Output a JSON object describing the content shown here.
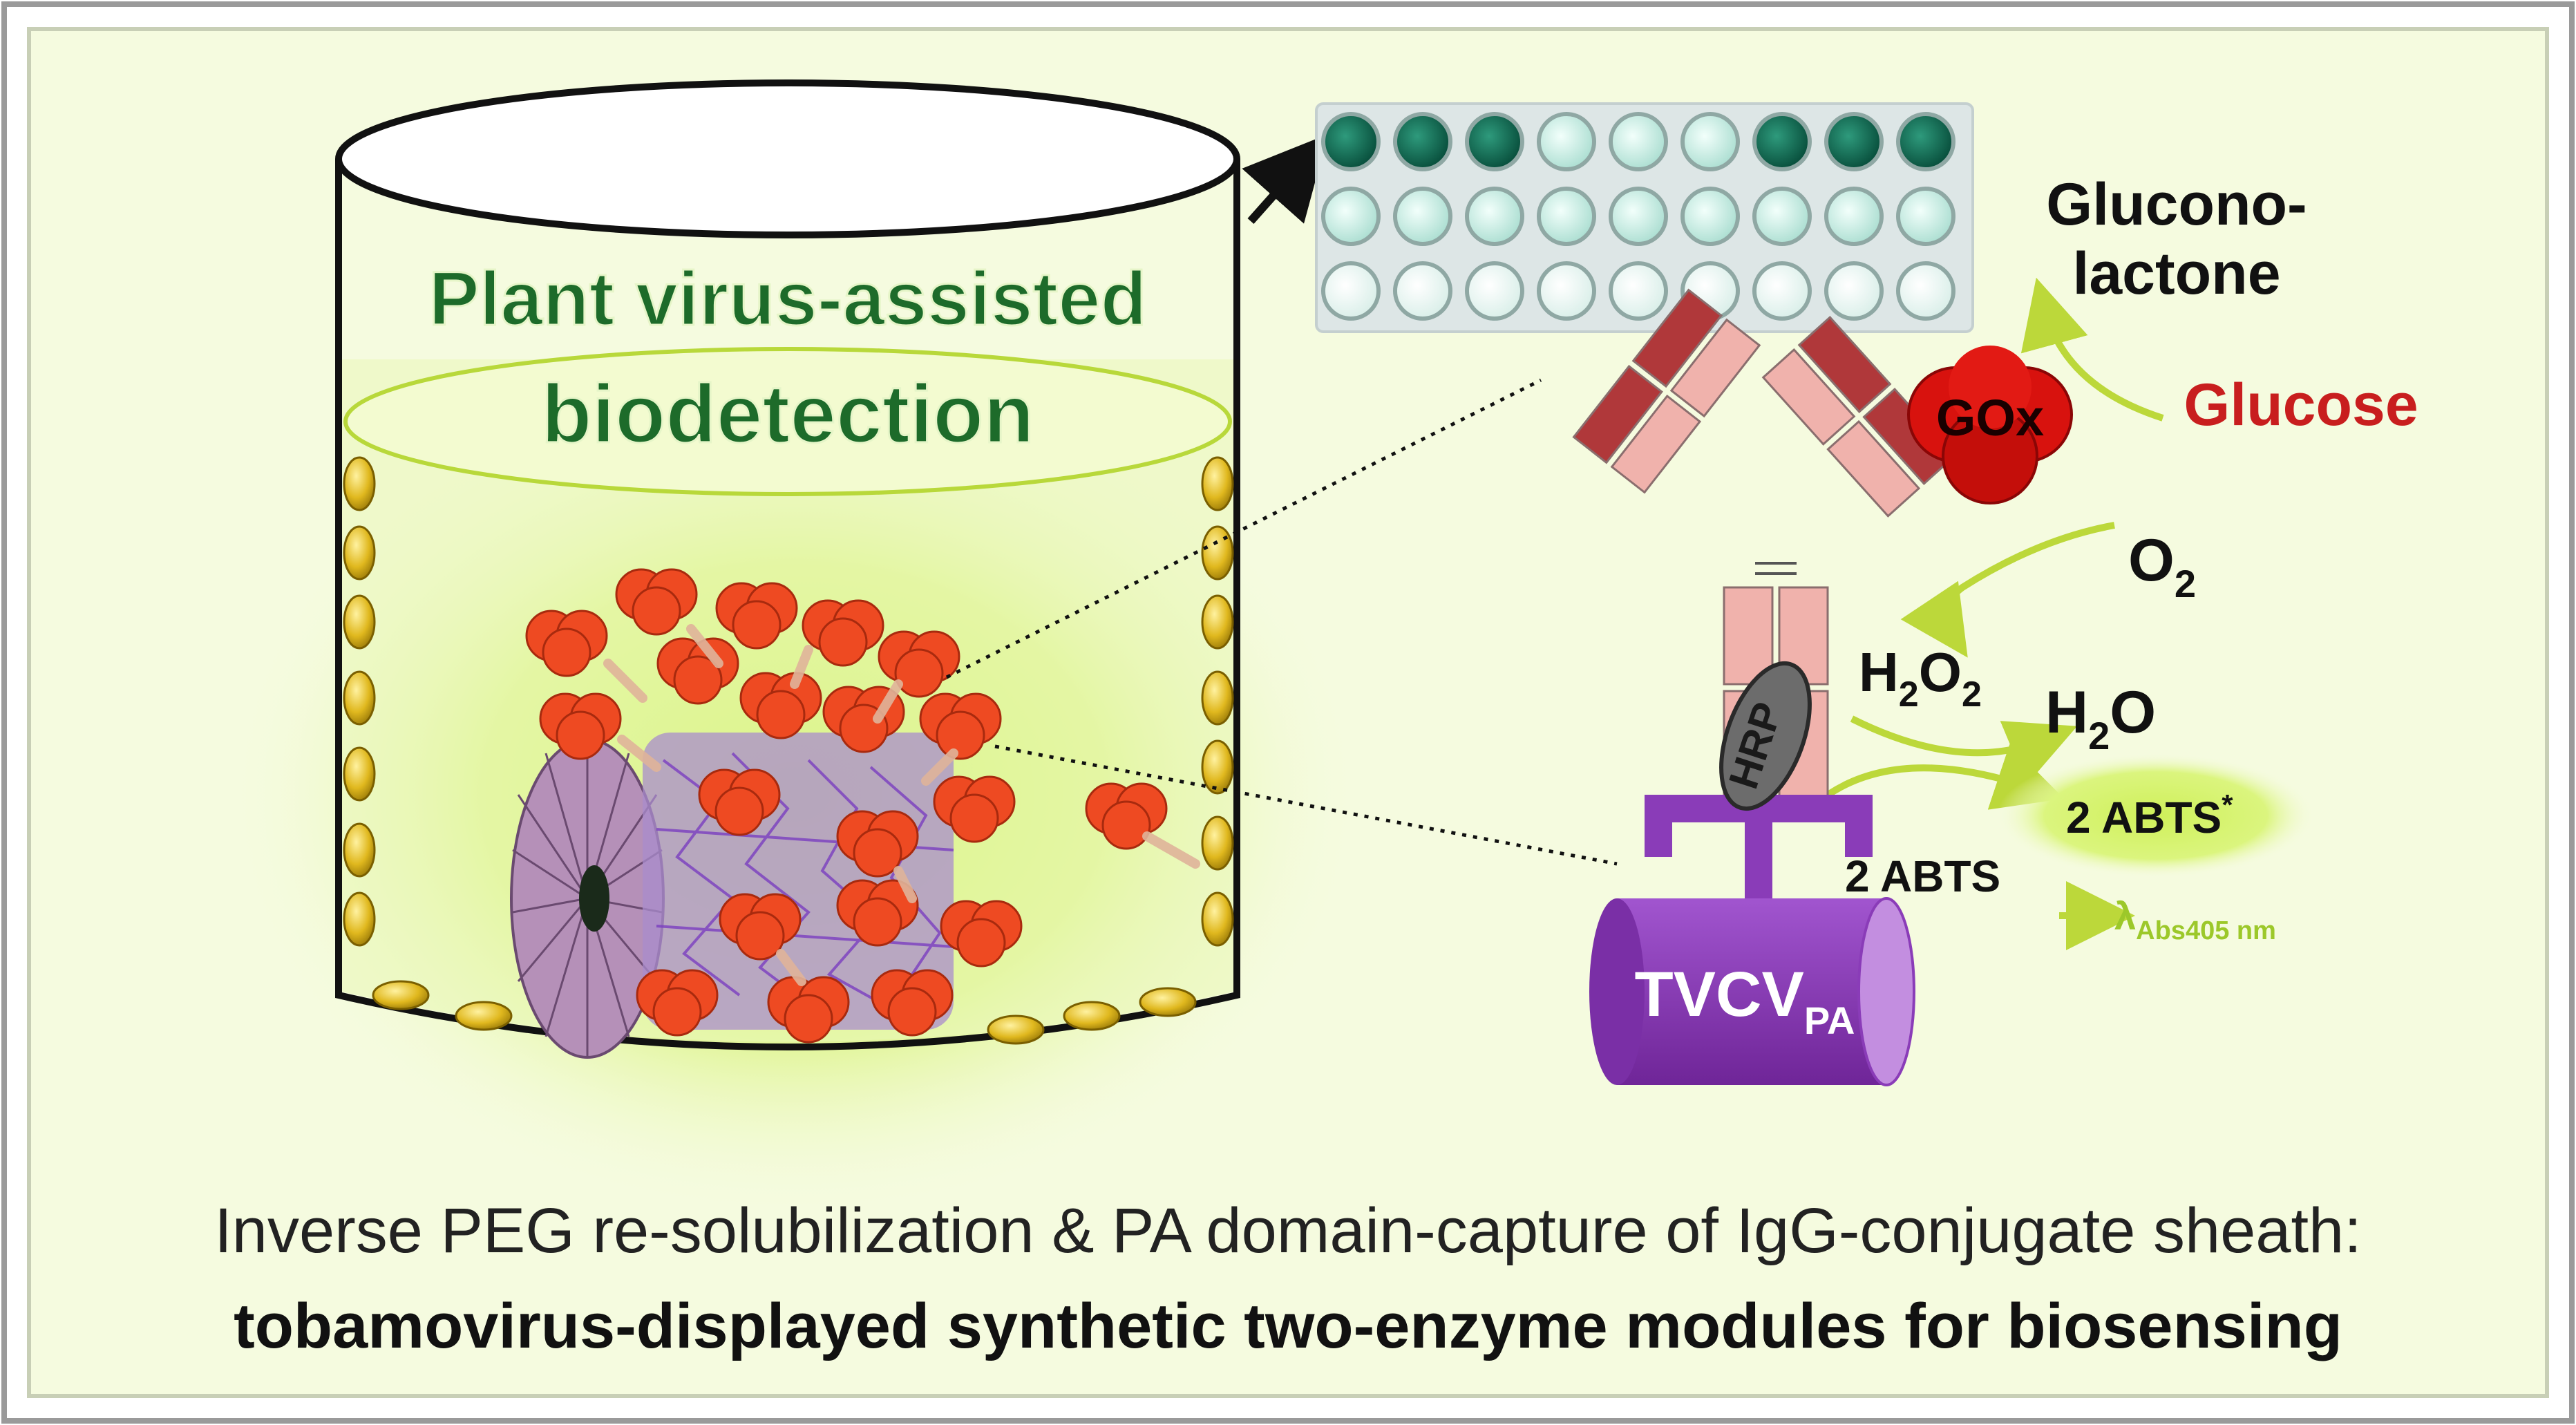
{
  "title_line1": "Plant virus-assisted",
  "title_line2": "biodetection",
  "labels": {
    "glucono_line1": "Glucono-",
    "glucono_line2": "lactone",
    "glucose": "Glucose",
    "gox": "GOx",
    "o2_base": "O",
    "o2_sub": "2",
    "h2o2_h": "H",
    "h2o2_sub1": "2",
    "h2o2_o": "O",
    "h2o2_sub2": "2",
    "h2o_h": "H",
    "h2o_sub": "2",
    "h2o_o": "O",
    "hrp": "HRP",
    "abts_star_base": "2 ABTS",
    "abts_star_sup": "*",
    "abts": "2 ABTS",
    "lambda_base": "λ",
    "lambda_sub": "Abs405 nm",
    "tvcv_base": "TVCV",
    "tvcv_sub": "PA"
  },
  "caption_line1": "Inverse PEG re-solubilization & PA domain-capture of IgG-conjugate sheath:",
  "caption_line2": "tobamovirus-displayed synthetic two-enzyme modules for biosensing",
  "colors": {
    "background": "#f5fbdf",
    "glow": "#c9ef4a",
    "enzyme_red": "#ee4a22",
    "gox_red": "#d8120e",
    "glucose_text": "#c81e1e",
    "title_green": "#1d6b2a",
    "virus_purple": "#8a3cb8",
    "antibody_light": "#f0b2ac",
    "antibody_dark": "#b0383a",
    "arrow_green": "#bcd83a",
    "well_dark": "#0d6e56",
    "well_light": "#cdeee6"
  },
  "plate": {
    "rows": [
      [
        "dark",
        "dark",
        "dark",
        "light",
        "light",
        "light",
        "dark",
        "dark",
        "dark"
      ],
      [
        "light",
        "light",
        "light",
        "light",
        "light",
        "light",
        "light",
        "light",
        "light"
      ],
      [
        "pale",
        "pale",
        "pale",
        "pale",
        "pale",
        "pale",
        "pale",
        "pale",
        "pale"
      ]
    ]
  }
}
